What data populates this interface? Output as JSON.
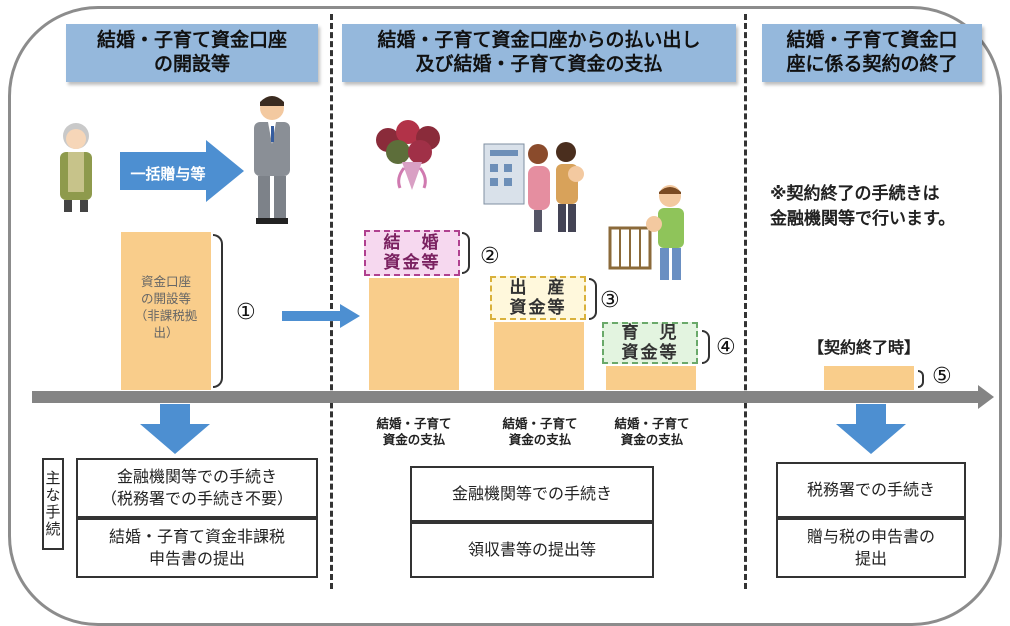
{
  "headers": {
    "left": "結婚・子育て資金口座\nの開設等",
    "middle": "結婚・子育て資金口座からの払い出し\n及び結婚・子育て資金の支払",
    "right": "結婚・子育て資金口\n座に係る契約の終了"
  },
  "gift_arrow_label": "一括贈与等",
  "account_bar_text": "資金口座\nの開設等\n（非課税拠\n出）",
  "funds": {
    "marriage": "結　婚\n資金等",
    "birth": "出　産\n資金等",
    "childcare": "育　児\n資金等"
  },
  "steps": {
    "one": "①",
    "two": "②",
    "three": "③",
    "four": "④",
    "five": "⑤"
  },
  "payment_labels": [
    "結婚・子育て\n資金の支払",
    "結婚・子育て\n資金の支払",
    "結婚・子育て\n資金の支払"
  ],
  "note": "※契約終了の手続きは\n金融機関等で行います。",
  "end_label": "【契約終了時】",
  "procedures": {
    "side_label": "主な手続",
    "left": [
      "金融機関等での手続き\n（税務署での手続き不要）",
      "結婚・子育て資金非課税\n申告書の提出"
    ],
    "middle": [
      "金融機関等での手続き",
      "領収書等の提出等"
    ],
    "right": [
      "税務署での手続き",
      "贈与税の申告書の\n提出"
    ]
  },
  "colors": {
    "header_bg": "#95b8dc",
    "bar": "#f9cd8b",
    "marriage_border": "#b0408f",
    "marriage_bg": "#f6d8ef",
    "birth_border": "#d9b13c",
    "birth_bg": "#fff8dc",
    "childcare_border": "#6aa96a",
    "childcare_bg": "#e3f4e0",
    "arrow": "#4d8fd1"
  },
  "illustrations": [
    "grandmother-figure",
    "man-in-suit-figure",
    "bouquet-figure",
    "hospital-family-figure",
    "father-with-baby-figure"
  ]
}
